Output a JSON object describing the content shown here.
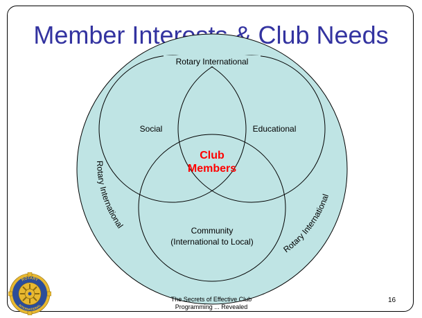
{
  "slide": {
    "title": "Member Interests & Club Needs",
    "footer_line1": "The Secrets of Effective Club",
    "footer_line2": "Programming ... Revealed",
    "page_number": "16"
  },
  "diagram": {
    "outer_label_top": "Rotary International",
    "outer_label_left": "Rotary International",
    "outer_label_right": "Rotary International",
    "social_label": "Social",
    "educational_label": "Educational",
    "center_line1": "Club",
    "center_line2": "Members",
    "community_line1": "Community",
    "community_line2": "(International to Local)",
    "fill_color": "#bfe4e4",
    "center_color": "#ff0000"
  },
  "logo": {
    "icon": "rotary-wheel-icon",
    "ring_text_top": "ROTARY",
    "ring_text_bottom": "INTERNATIONAL",
    "gold": "#e8b830",
    "blue": "#2b4d9a"
  }
}
